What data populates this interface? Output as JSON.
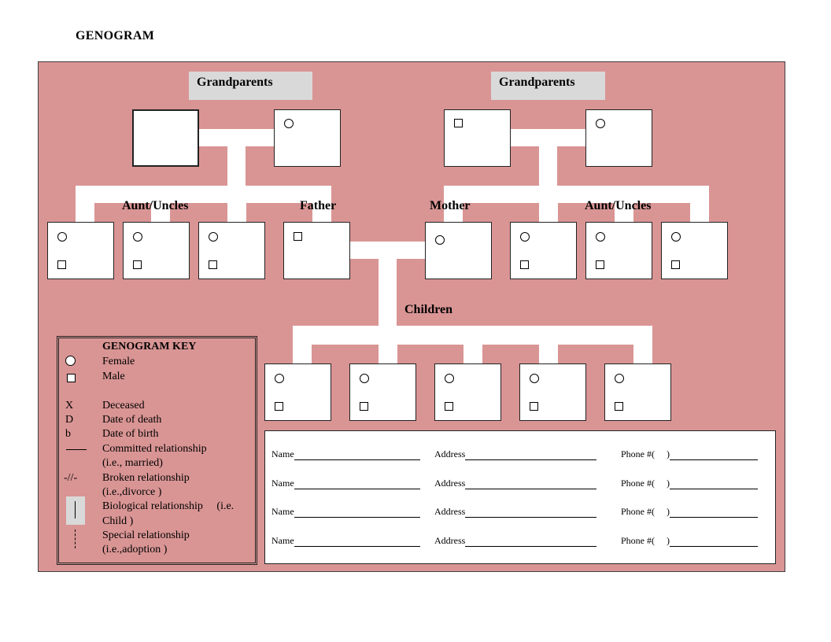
{
  "title": "GENOGRAM",
  "labels": {
    "grandparents_left": "Grandparents",
    "grandparents_right": "Grandparents",
    "aunt_uncles_left": "Aunt/Uncles",
    "father": "Father",
    "mother": "Mother",
    "aunt_uncles_right": "Aunt/Uncles",
    "children": "Children"
  },
  "key": {
    "title": "GENOGRAM KEY",
    "items": [
      {
        "symbol": "circle-icon",
        "text": "Female"
      },
      {
        "symbol": "square-icon",
        "text": "Male"
      },
      {
        "symbol": "X",
        "text": "Deceased"
      },
      {
        "symbol": "D",
        "text": "Date of death"
      },
      {
        "symbol": "b",
        "text": "Date of birth"
      },
      {
        "symbol": "solid-line-icon",
        "text": "Committed relationship",
        "sub": "(i.e., married)"
      },
      {
        "symbol": "-//-",
        "text": "Broken relationship",
        "sub": "(i.e.,divorce )"
      },
      {
        "symbol": "vertical-line-icon",
        "text": "Biological relationship     (i.e.",
        "sub": "Child )"
      },
      {
        "symbol": "dashed-line-icon",
        "text": "Special relationship",
        "sub": "(i.e.,adoption )"
      }
    ]
  },
  "contact": {
    "name_label": "Name",
    "address_label": "Address",
    "phone_label": "Phone #(     )"
  }
}
